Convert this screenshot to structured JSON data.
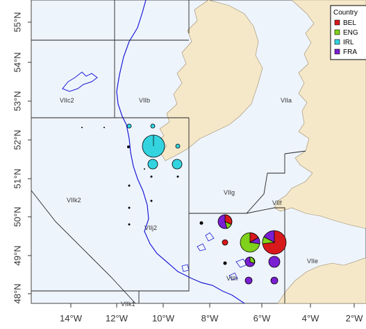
{
  "map": {
    "y_axis_labels": [
      "55°N",
      "54°N",
      "53°N",
      "52°N",
      "51°N",
      "50°N",
      "49°N",
      "48°N"
    ],
    "x_axis_labels": [
      "14°W",
      "12°W",
      "10°W",
      "8°W",
      "6°W",
      "4°W",
      "2°W"
    ],
    "area_labels": [
      "VIIc2",
      "VIIb",
      "VIIa",
      "VIIk2",
      "VIIj2",
      "VIIg",
      "VIIf",
      "VIIh",
      "VIIe",
      "VIIk1"
    ],
    "legend": {
      "title": "Country",
      "entries": [
        {
          "label": "BEL",
          "color": "#d7191c"
        },
        {
          "label": "ENG",
          "color": "#7fd11b"
        },
        {
          "label": "IRL",
          "color": "#33d4e0"
        },
        {
          "label": "FRA",
          "color": "#7a1fd1"
        }
      ]
    },
    "colors": {
      "sea": "#eef4fc",
      "land": "#f5e8c9",
      "bathymetry": "#1a1ad6",
      "grid": "#222222"
    }
  }
}
